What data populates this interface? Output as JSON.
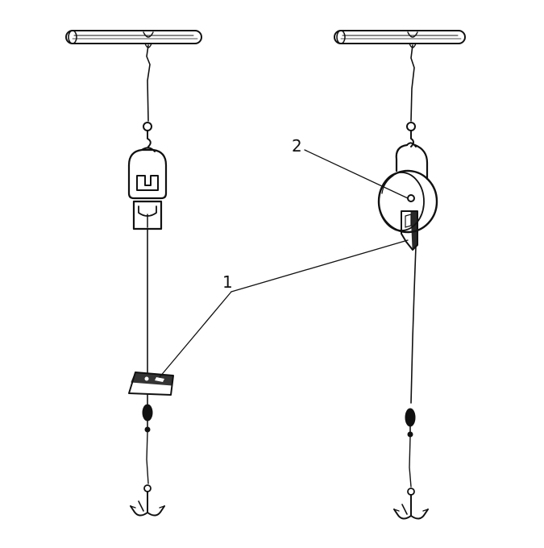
{
  "callouts": [
    {
      "id": "1",
      "label": "1"
    },
    {
      "id": "2",
      "label": "2"
    }
  ],
  "colors": {
    "ink": "#111111",
    "paper": "#ffffff"
  },
  "icons": [
    "rod-icon",
    "spool-icon",
    "pulley-icon",
    "hook-icon",
    "weight-icon"
  ]
}
